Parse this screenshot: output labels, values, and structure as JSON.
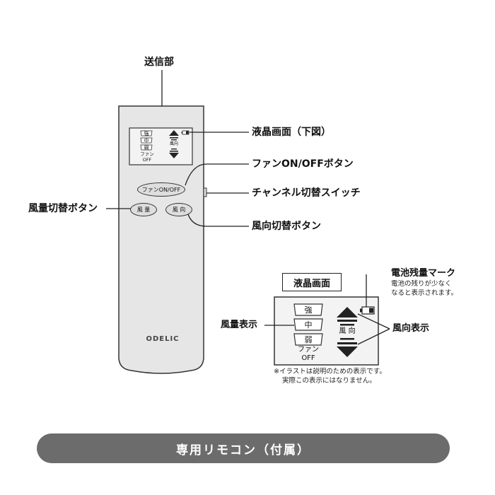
{
  "labels": {
    "transmitter": "送信部",
    "lcd_screen": "液晶画面（下図）",
    "fan_onoff_button": "ファンON/OFFボタン",
    "channel_switch": "チャンネル切替スイッチ",
    "airflow_button": "風量切替ボタン",
    "direction_button": "風向切替ボタン"
  },
  "remote": {
    "fan_button": "ファンON/OFF",
    "airflow_button": "風 量",
    "direction_button": "風 向",
    "brand": "ODELIC",
    "lcd": {
      "strong": "強",
      "medium": "中",
      "weak": "弱",
      "fan": "ファン",
      "off": "OFF",
      "direction": "風向"
    }
  },
  "lcd_panel": {
    "title": "液晶画面",
    "strong": "強",
    "medium": "中",
    "weak": "弱",
    "fan": "ファン",
    "off": "OFF",
    "direction": "風 向"
  },
  "annotations": {
    "battery_title": "電池残量マーク",
    "battery_line1": "電池の残りが少なく",
    "battery_line2": "なると表示されます。",
    "airflow_display": "風量表示",
    "direction_display": "風向表示"
  },
  "notes": {
    "line1": "※イラストは説明のための表示です。",
    "line2": "実際この表示にはなりません。"
  },
  "caption": "専用リモコン（付属）"
}
